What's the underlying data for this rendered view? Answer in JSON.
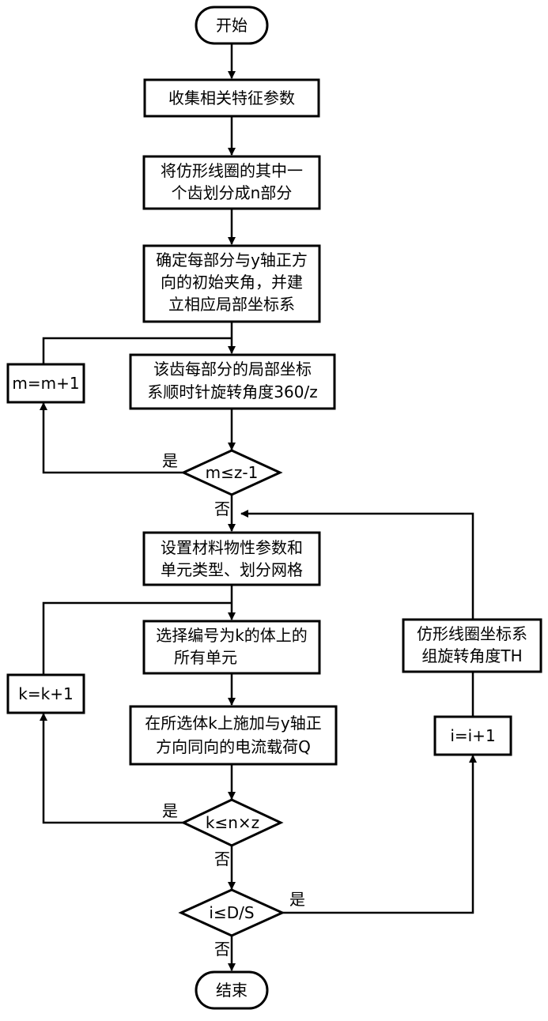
{
  "flowchart": {
    "start": "开始",
    "collect": "收集相关特征参数",
    "divide": [
      "将仿形线圈的其中一",
      "个齿划分成n部分"
    ],
    "angle": [
      "确定每部分与y轴正方",
      "向的初始夹角，并建",
      "立相应局部坐标系"
    ],
    "rotate_local": [
      "该齿每部分的局部坐标",
      "系顺时针旋转角度360/z"
    ],
    "m_increment": "m=m+1",
    "m_condition": "m≤z-1",
    "material": [
      "设置材料物性参数和",
      "单元类型、划分网格"
    ],
    "select_body": [
      "选择编号为k的体上的",
      "所有单元"
    ],
    "k_increment": "k=k+1",
    "apply_load": [
      "在所选体k上施加与y轴正",
      "方向同向的电流载荷Q"
    ],
    "k_condition": "k≤n×z",
    "i_condition": "i≤D/S",
    "i_increment": "i=i+1",
    "rotate_group": [
      "仿形线圈坐标系",
      "组旋转角度TH"
    ],
    "end": "结束"
  },
  "edge_labels": {
    "m_yes": "是",
    "m_no": "否",
    "k_yes": "是",
    "k_no": "否",
    "i_yes": "是",
    "i_no": "否"
  }
}
